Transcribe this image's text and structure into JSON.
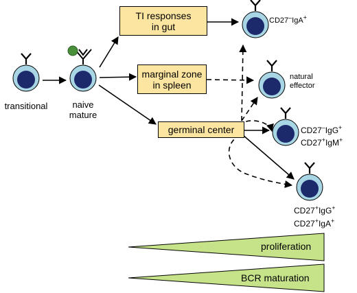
{
  "stages": {
    "transitional": "transitional",
    "naive_mature": [
      "naive",
      "mature"
    ]
  },
  "boxes": {
    "ti_responses": [
      "TI responses",
      "in gut"
    ],
    "marginal_zone": [
      "marginal zone",
      "in spleen"
    ],
    "germinal_center": "germinal center"
  },
  "outputs": {
    "gut": {
      "a": "CD27",
      "a_sup": "–",
      "b": "IgA",
      "b_sup": "+"
    },
    "natural_effector": [
      "natural",
      "effector"
    ],
    "gc_memory_1": [
      {
        "a": "CD27",
        "a_sup": "–",
        "b": "IgG",
        "b_sup": "+"
      },
      {
        "a": "CD27",
        "a_sup": "+",
        "b": "IgM",
        "b_sup": "+"
      }
    ],
    "gc_memory_2": [
      {
        "a": "CD27",
        "a_sup": "+",
        "b": "IgG",
        "b_sup": "+"
      },
      {
        "a": "CD27",
        "a_sup": "+",
        "b": "IgA",
        "b_sup": "+"
      }
    ]
  },
  "gradients": {
    "proliferation": "proliferation",
    "bcr_maturation": "BCR maturation"
  },
  "colors": {
    "cell_outer": "#a9d6e5",
    "cell_nucleus": "#1c2a6b",
    "box_fill": "#fce5a0",
    "wedge_fill": "#c6e38a",
    "antigen": "#4a8f3a"
  }
}
